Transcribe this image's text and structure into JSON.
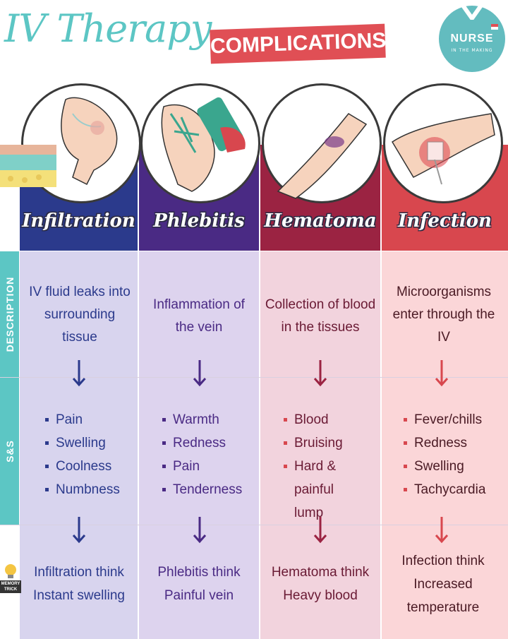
{
  "header": {
    "title": "IV Therapy",
    "subtitle_badge": "COMPLICATIONS",
    "logo": {
      "line1": "NURSE",
      "line2": "IN THE MAKING",
      "icon": "v-check-icon"
    }
  },
  "row_labels": [
    "DESCRIPTION",
    "S&S",
    "MEMORY TRICK"
  ],
  "colors": {
    "teal": "#5cc6c4",
    "infiltration": "#2b3a8c",
    "phlebitis": "#4a2a84",
    "hematoma": "#9b2342",
    "infection": "#d8474e"
  },
  "columns": [
    {
      "name": "Infiltration",
      "description": "IV fluid leaks into surrounding tissue",
      "signs": [
        "Pain",
        "Swelling",
        "Coolness",
        "Numbness"
      ],
      "trick": [
        "Infiltration think",
        "Instant swelling"
      ],
      "illustration": "hand-iv-skin-layers-icon"
    },
    {
      "name": "Phlebitis",
      "description": "Inflammation of the vein",
      "signs": [
        "Warmth",
        "Redness",
        "Pain",
        "Tenderness"
      ],
      "trick": [
        "Phlebitis think",
        "Painful vein"
      ],
      "illustration": "inflamed-vein-hand-icon"
    },
    {
      "name": "Hematoma",
      "description": "Collection of blood in the tissues",
      "signs": [
        "Blood",
        "Bruising",
        "Hard & painful lump"
      ],
      "trick": [
        "Hematoma think",
        "Heavy blood"
      ],
      "illustration": "bruised-arm-icon"
    },
    {
      "name": "Infection",
      "description": "Microorganisms enter through the IV",
      "signs": [
        "Fever/chills",
        "Redness",
        "Swelling",
        "Tachycardia"
      ],
      "trick": [
        "Infection think",
        "Increased",
        "temperature"
      ],
      "illustration": "infected-iv-site-icon"
    }
  ]
}
